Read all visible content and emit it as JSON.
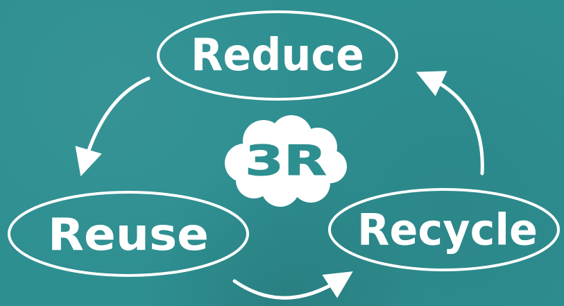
{
  "diagram": {
    "center_label": "3R",
    "nodes": {
      "reduce": {
        "label": "Reduce"
      },
      "reuse": {
        "label": "Reuse"
      },
      "recycle": {
        "label": "Recycle"
      }
    },
    "colors": {
      "background": "#2e8f91",
      "foreground": "#ffffff",
      "center_text": "#2e8f91"
    }
  }
}
